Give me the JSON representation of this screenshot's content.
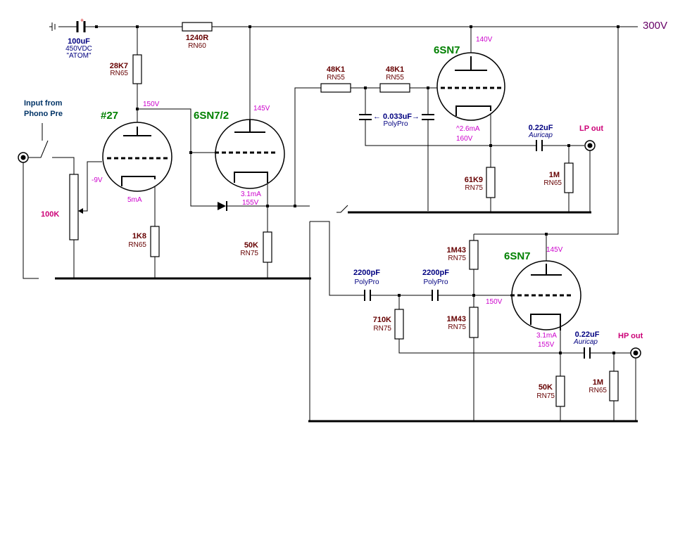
{
  "supply": {
    "rail_voltage": "300V"
  },
  "filter_cap": {
    "value": "100uF",
    "rating": "450VDC",
    "brand": "\"ATOM\"",
    "polarity": "+"
  },
  "r_1240": {
    "value": "1240R",
    "type": "RN60"
  },
  "r_28k7": {
    "value": "28K7",
    "type": "RN65"
  },
  "input_label": {
    "line1": "Input  from",
    "line2": "Phono Pre"
  },
  "pot": {
    "value": "100K"
  },
  "tube_27": {
    "name": "#27",
    "plate_v": "150V",
    "grid_v": "-9V",
    "current": "5mA"
  },
  "r_1k8": {
    "value": "1K8",
    "type": "RN65"
  },
  "tube_6sn7_2": {
    "name": "6SN7/2",
    "plate_v": "145V",
    "current": "3.1mA",
    "cathode_v": "155V"
  },
  "r_50k_a": {
    "value": "50K",
    "type": "RN75"
  },
  "lp_section": {
    "r1": {
      "value": "48K1",
      "type": "RN55"
    },
    "r2": {
      "value": "48K1",
      "type": "RN55"
    },
    "cap": {
      "value": "← 0.033uF→",
      "type": "PolyPro"
    },
    "tube": {
      "name": "6SN7",
      "plate_v": "140V",
      "current": "^2.6mA",
      "cathode_v": "160V"
    },
    "r_61k9": {
      "value": "61K9",
      "type": "RN75"
    },
    "out_cap": {
      "value": "0.22uF",
      "brand": "Auricap"
    },
    "r_1m": {
      "value": "1M",
      "type": "RN65"
    },
    "out_label": "LP out"
  },
  "hp_section": {
    "c1": {
      "value": "2200pF",
      "type": "PolyPro"
    },
    "c2": {
      "value": "2200pF",
      "type": "PolyPro"
    },
    "r_710k": {
      "value": "710K",
      "type": "RN75"
    },
    "r_1m43_top": {
      "value": "1M43",
      "type": "RN75"
    },
    "r_1m43_bot": {
      "value": "1M43",
      "type": "RN75"
    },
    "tube": {
      "name": "6SN7",
      "plate_v": "145V",
      "grid_v": "150V",
      "current": "3.1mA",
      "cathode_v": "155V"
    },
    "r_50k": {
      "value": "50K",
      "type": "RN75"
    },
    "out_cap": {
      "value": "0.22uF",
      "brand": "Auricap"
    },
    "r_1m": {
      "value": "1M",
      "type": "RN65"
    },
    "out_label": "HP out"
  }
}
